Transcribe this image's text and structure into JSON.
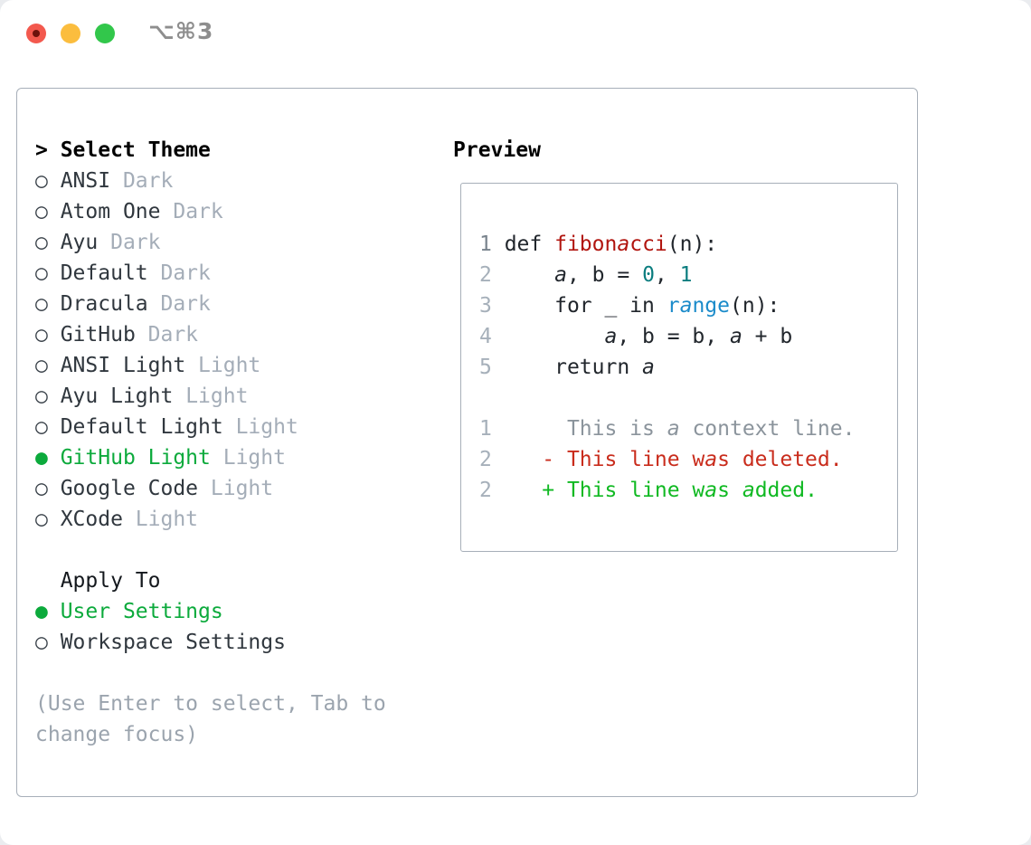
{
  "titlebar": {
    "shortcut": "⌥⌘3"
  },
  "colors": {
    "selected_green": "#0caa3c",
    "added_green": "#10b922",
    "deleted_red": "#c92c1c",
    "function_red": "#b1150f",
    "number_teal": "#0b7d7f",
    "builtin_blue": "#1b8bca",
    "variant_tag_gray": "#a4adb8",
    "panel_border_gray": "#a7afb9",
    "traffic_red": "#f3594e",
    "traffic_yellow": "#fbbd3e",
    "traffic_green": "#32c74b"
  },
  "theme_list": {
    "header_marker": ">",
    "header": "Select Theme",
    "items": [
      {
        "name": "ANSI",
        "tag": "Dark",
        "selected": false
      },
      {
        "name": "Atom One",
        "tag": "Dark",
        "selected": false
      },
      {
        "name": "Ayu",
        "tag": "Dark",
        "selected": false
      },
      {
        "name": "Default",
        "tag": "Dark",
        "selected": false
      },
      {
        "name": "Dracula",
        "tag": "Dark",
        "selected": false
      },
      {
        "name": "GitHub",
        "tag": "Dark",
        "selected": false
      },
      {
        "name": "ANSI Light",
        "tag": "Light",
        "selected": false
      },
      {
        "name": "Ayu Light",
        "tag": "Light",
        "selected": false
      },
      {
        "name": "Default Light",
        "tag": "Light",
        "selected": false
      },
      {
        "name": "GitHub Light",
        "tag": "Light",
        "selected": true
      },
      {
        "name": "Google Code",
        "tag": "Light",
        "selected": false
      },
      {
        "name": "XCode",
        "tag": "Light",
        "selected": false
      }
    ]
  },
  "apply_to": {
    "header": "Apply To",
    "options": [
      {
        "name": "User Settings",
        "selected": true
      },
      {
        "name": "Workspace Settings",
        "selected": false
      }
    ]
  },
  "help_lines": [
    "(Use Enter to select, Tab to",
    "change focus)"
  ],
  "preview": {
    "title": "Preview",
    "lines": [
      {
        "segments": [
          [
            "1",
            "linenum-first"
          ],
          [
            " def ",
            "plain"
          ],
          [
            "fibon",
            "function"
          ],
          [
            "a",
            "function italic"
          ],
          [
            "cci",
            "function"
          ],
          [
            "(n):",
            "plain"
          ]
        ]
      },
      {
        "segments": [
          [
            "2",
            "linenum"
          ],
          [
            "     ",
            "plain"
          ],
          [
            "a",
            "plain italic"
          ],
          [
            ", b = ",
            "plain"
          ],
          [
            "0",
            "number"
          ],
          [
            ", ",
            "plain"
          ],
          [
            "1",
            "number"
          ]
        ]
      },
      {
        "segments": [
          [
            "3",
            "linenum"
          ],
          [
            "     for _ in ",
            "plain"
          ],
          [
            "r",
            "builtin"
          ],
          [
            "a",
            "builtin italic"
          ],
          [
            "nge",
            "builtin"
          ],
          [
            "(n):",
            "plain"
          ]
        ]
      },
      {
        "segments": [
          [
            "4",
            "linenum"
          ],
          [
            "         ",
            "plain"
          ],
          [
            "a",
            "plain italic"
          ],
          [
            ", b = b, ",
            "plain"
          ],
          [
            "a",
            "plain italic"
          ],
          [
            " + b",
            "plain"
          ]
        ]
      },
      {
        "segments": [
          [
            "5",
            "linenum"
          ],
          [
            "     return ",
            "plain"
          ],
          [
            "a",
            "plain italic"
          ]
        ]
      },
      {
        "segments": []
      },
      {
        "segments": [
          [
            "1",
            "linenum"
          ],
          [
            "      This is ",
            "context"
          ],
          [
            "a",
            "context italic"
          ],
          [
            " context line.",
            "context"
          ]
        ]
      },
      {
        "segments": [
          [
            "2",
            "linenum"
          ],
          [
            "    - This line w",
            "deleted"
          ],
          [
            "a",
            "deleted italic"
          ],
          [
            "s deleted.",
            "deleted"
          ]
        ]
      },
      {
        "segments": [
          [
            "2",
            "linenum"
          ],
          [
            "    + This line w",
            "added"
          ],
          [
            "a",
            "added italic"
          ],
          [
            "s ",
            "added"
          ],
          [
            "a",
            "added italic"
          ],
          [
            "dded.",
            "added"
          ]
        ]
      }
    ]
  }
}
